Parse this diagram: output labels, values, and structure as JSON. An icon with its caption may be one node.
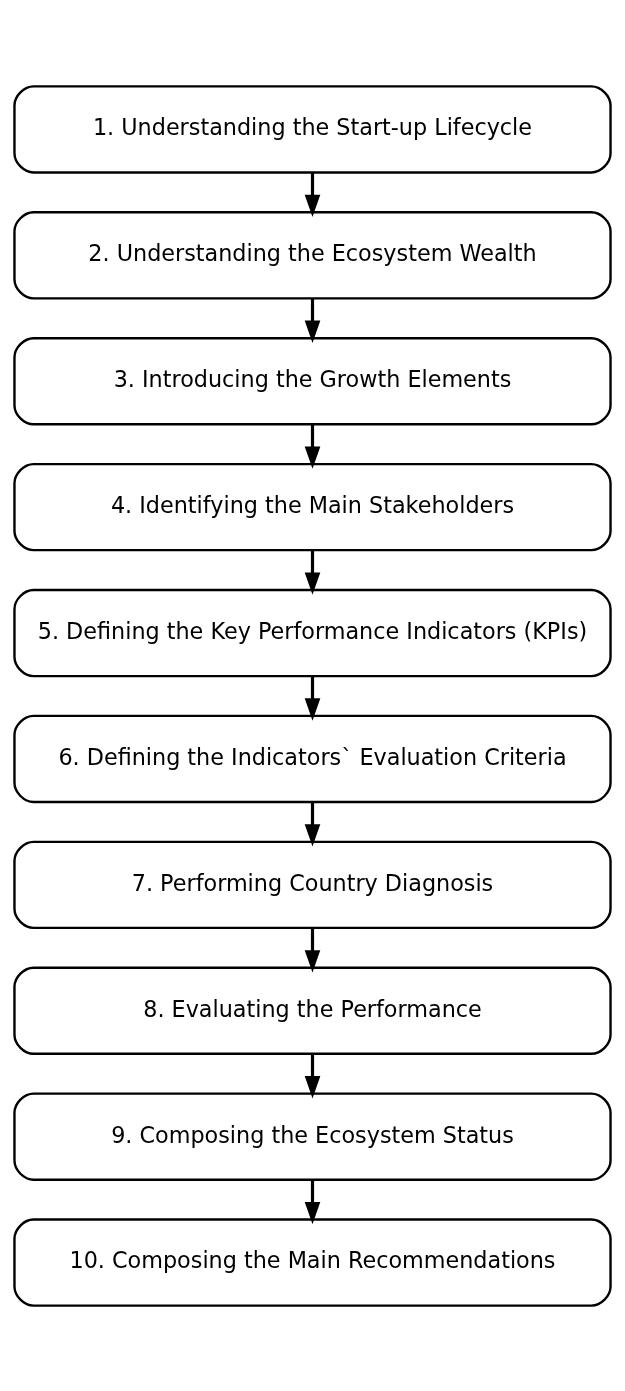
{
  "diagram": {
    "nodes": [
      {
        "text": [
          "1. Understanding the Start-up Lifecycle"
        ]
      },
      {
        "text": [
          "2. Understanding the Ecosystem Wealth"
        ]
      },
      {
        "text": [
          "3. Introducing the Growth Elements"
        ]
      },
      {
        "text": [
          "4. Identifying the Main Stakeholders"
        ]
      },
      {
        "text": [
          "5. Defining the Key Performance Indicators (KPIs)"
        ]
      },
      {
        "text": [
          "6. Defining the Indicators` Evaluation Criteria"
        ]
      },
      {
        "text": [
          "7. Performing Country Diagnosis"
        ]
      },
      {
        "text": [
          "8. Evaluating the Performance"
        ]
      },
      {
        "text": [
          "9. Composing the Ecosystem Status"
        ]
      },
      {
        "text": [
          "10. Composing the Main Recommendations"
        ]
      }
    ],
    "edges": [
      {
        "from": 0,
        "to": 1,
        "arrow": "to"
      },
      {
        "from": 1,
        "to": 2,
        "arrow": "to"
      },
      {
        "from": 2,
        "to": 3,
        "arrow": "to"
      },
      {
        "from": 3,
        "to": 4,
        "arrow": "to"
      },
      {
        "from": 4,
        "to": 5,
        "arrow": "to"
      },
      {
        "from": 5,
        "to": 6,
        "arrow": "to"
      },
      {
        "from": 6,
        "to": 7,
        "arrow": "to"
      },
      {
        "from": 7,
        "to": 8,
        "arrow": "to"
      },
      {
        "from": 8,
        "to": 9,
        "arrow": "to"
      }
    ]
  }
}
